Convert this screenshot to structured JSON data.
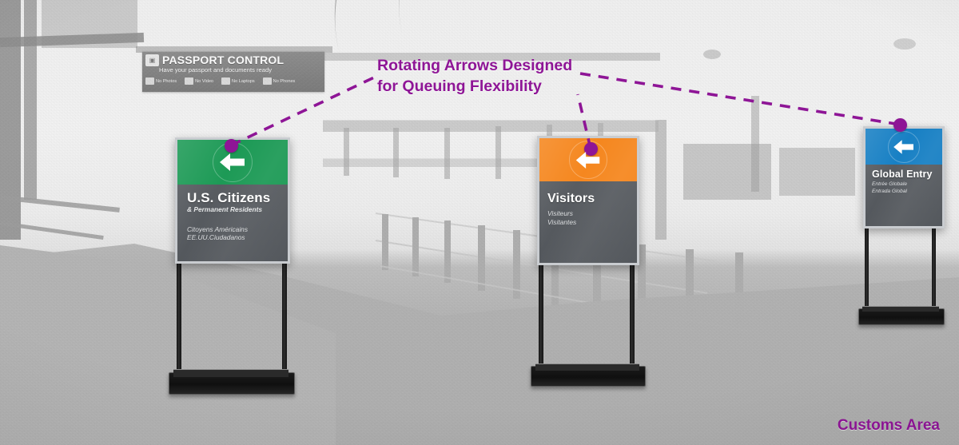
{
  "scene": {
    "annotation": {
      "line1": "Rotating Arrows Designed",
      "line2": "for Queuing Flexibility",
      "color": "#8e1596"
    },
    "caption": "Customs Area",
    "accent_color": "#8e1596"
  },
  "background": {
    "passport_banner": {
      "title": "PASSPORT CONTROL",
      "subtitle": "Have your passport and documents ready",
      "icon": "passport-icon",
      "rules": [
        {
          "label": "No Photos",
          "icon": "no-photos-icon"
        },
        {
          "label": "No Video",
          "icon": "no-video-icon"
        },
        {
          "label": "No Laptops",
          "icon": "no-laptops-icon"
        },
        {
          "label": "No Phones",
          "icon": "no-phones-icon"
        }
      ]
    }
  },
  "signs": [
    {
      "id": "us-citizens",
      "title": "U.S. Citizens",
      "subtitle": "& Permanent Residents",
      "translations": [
        "Citoyens Américains",
        "EE.UU.Ciudadanos"
      ],
      "header_color": "#1d9a56",
      "arrow_direction": "left",
      "arrow_icon": "arrow-left-icon"
    },
    {
      "id": "visitors",
      "title": "Visitors",
      "subtitle": "",
      "translations": [
        "Visiteurs",
        "Visitantes"
      ],
      "header_color": "#f5871f",
      "arrow_direction": "left",
      "arrow_icon": "arrow-left-icon"
    },
    {
      "id": "global-entry",
      "title": "Global Entry",
      "subtitle": "",
      "translations": [
        "Entrée Globale",
        "Entrada Global"
      ],
      "header_color": "#1880c4",
      "arrow_direction": "left",
      "arrow_icon": "arrow-left-icon"
    }
  ]
}
